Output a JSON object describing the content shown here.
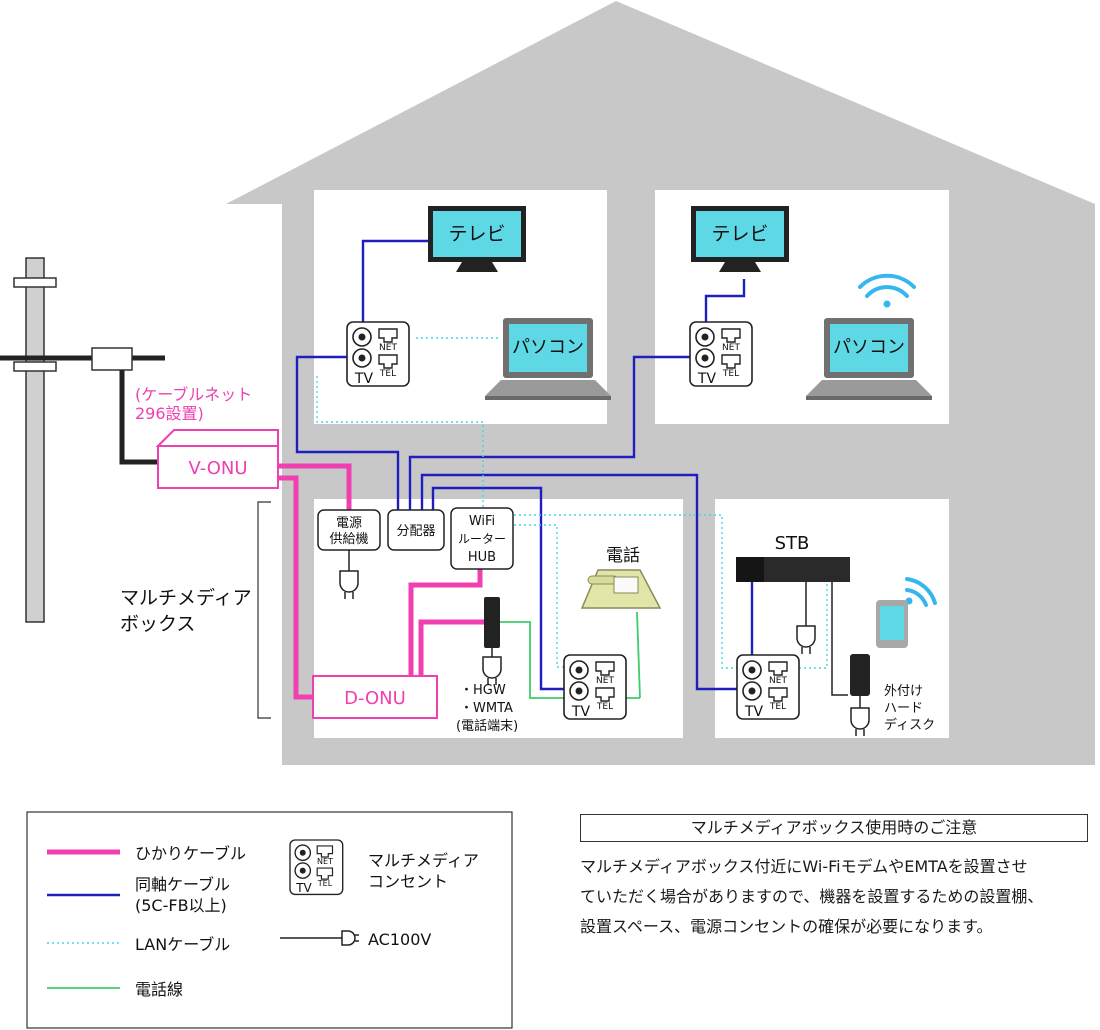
{
  "devices": {
    "tv": "テレビ",
    "pc": "パソコン",
    "phone": "電話",
    "stb": "STB",
    "v_onu": "V-ONU",
    "d_onu": "D-ONU",
    "power_supply": [
      "電源",
      "供給機"
    ],
    "splitter": "分配器",
    "wifi_router": [
      "WiFi",
      "ルーター",
      "HUB"
    ],
    "hgw": [
      "・HGW",
      "・WMTA",
      "(電話端末)"
    ],
    "ext_hdd": [
      "外付け",
      "ハード",
      "ディスク"
    ]
  },
  "outlet": {
    "tv": "TV",
    "net": "NET",
    "tel": "TEL"
  },
  "annotations": {
    "cable_net": [
      "(ケーブルネット",
      "296設置)"
    ],
    "multimedia_box": [
      "マルチメディア",
      "ボックス"
    ]
  },
  "legend": {
    "fiber": "ひかりケーブル",
    "coax": [
      "同軸ケーブル",
      "(5C-FB以上)"
    ],
    "lan": "LANケーブル",
    "phone_line": "電話線",
    "outlet": [
      "マルチメディア",
      "コンセント"
    ],
    "ac": "AC100V"
  },
  "notice": {
    "title": "マルチメディアボックス使用時のご注意",
    "lines": [
      "マルチメディアボックス付近にWi-FiモデムやEMTAを設置させ",
      "ていただく場合がありますので、機器を設置するための設置棚、",
      "設置スペース、電源コンセントの確保が必要になります。"
    ]
  },
  "colors": {
    "fiber": "#ef3fb1",
    "coax": "#1f1fbf",
    "lan": "#44d6e6",
    "phone_line": "#3fcc6a",
    "house": "#c8c8c8",
    "screen": "#5fd8e6",
    "wifi": "#36b6ef"
  }
}
